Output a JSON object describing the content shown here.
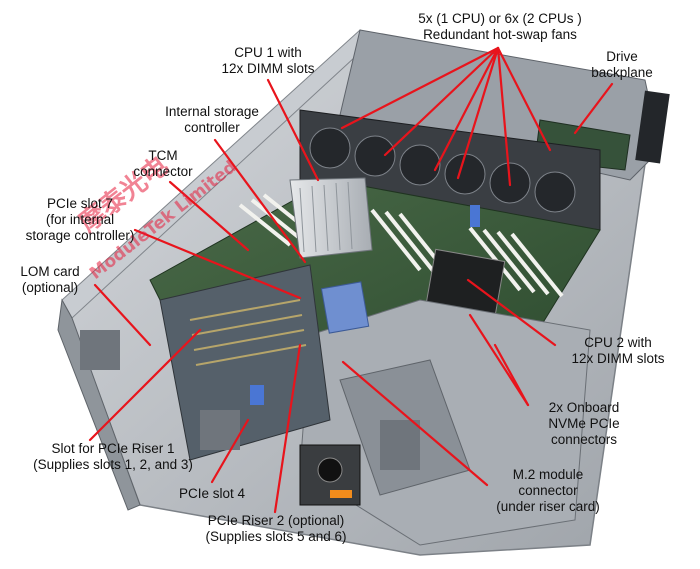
{
  "labels": {
    "fans": [
      "5x (1 CPU) or 6x (2 CPUs )",
      "Redundant hot-swap fans"
    ],
    "drive_backplane": [
      "Drive",
      "backplane"
    ],
    "cpu1": [
      "CPU 1 with",
      "12x DIMM slots"
    ],
    "internal_storage_controller": [
      "Internal storage",
      "controller"
    ],
    "tcm_connector": [
      "TCM",
      "connector"
    ],
    "pcie_slot7": [
      "PCIe slot 7",
      "(for internal",
      "storage controller)"
    ],
    "lom_card": [
      "LOM card",
      "(optional)"
    ],
    "cpu2": [
      "CPU 2 with",
      "12x DIMM slots"
    ],
    "nvme": [
      "2x Onboard",
      "NVMe PCIe",
      "connectors"
    ],
    "riser1_slot": [
      "Slot for PCIe Riser 1",
      "(Supplies slots 1, 2, and 3)"
    ],
    "pcie_slot4": [
      "PCIe slot 4"
    ],
    "m2": [
      "M.2 module",
      "connector",
      "(under riser card)"
    ],
    "riser2": [
      "PCIe Riser 2 (optional)",
      "(Supplies slots 5 and 6)"
    ]
  },
  "watermark": {
    "chinese": "摩泰光电",
    "latin": "ModuleTek Limited"
  },
  "colors": {
    "callout_line": "#e8141c",
    "chassis": "#b9bdc2",
    "board_green": "#3b5e3a",
    "fan_dark": "#2a2d31",
    "watermark": "#e61e3c"
  }
}
